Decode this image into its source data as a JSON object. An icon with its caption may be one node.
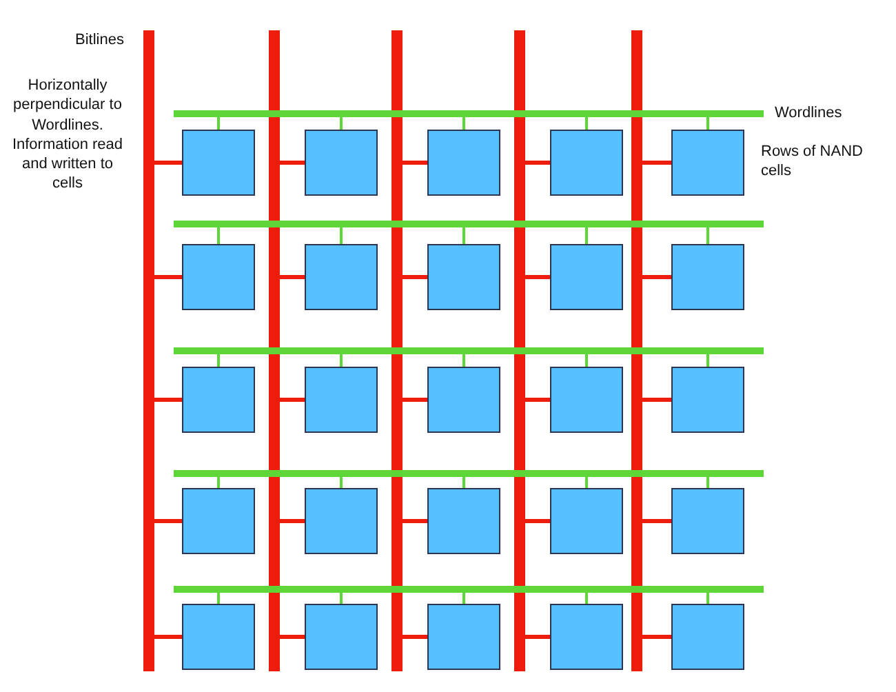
{
  "diagram": {
    "nodes": [
      {
        "text": [],
        "shape": "bar"
      },
      {
        "text": [],
        "shape": "bar"
      },
      {
        "text": [],
        "shape": "bar"
      },
      {
        "text": [],
        "shape": "bar"
      },
      {
        "text": [],
        "shape": "bar"
      },
      {
        "text": [],
        "shape": "bar"
      },
      {
        "text": [],
        "shape": "bar"
      },
      {
        "text": [],
        "shape": "bar"
      },
      {
        "text": [],
        "shape": "bar"
      },
      {
        "text": [],
        "shape": "bar"
      },
      {
        "text": [],
        "shape": "box"
      },
      {
        "text": [],
        "shape": "box"
      },
      {
        "text": [],
        "shape": "box"
      },
      {
        "text": [],
        "shape": "box"
      },
      {
        "text": [],
        "shape": "box"
      },
      {
        "text": [],
        "shape": "box"
      },
      {
        "text": [],
        "shape": "box"
      },
      {
        "text": [],
        "shape": "box"
      },
      {
        "text": [],
        "shape": "box"
      },
      {
        "text": [],
        "shape": "box"
      },
      {
        "text": [],
        "shape": "box"
      },
      {
        "text": [],
        "shape": "box"
      },
      {
        "text": [],
        "shape": "box"
      },
      {
        "text": [],
        "shape": "box"
      },
      {
        "text": [],
        "shape": "box"
      },
      {
        "text": [],
        "shape": "box"
      },
      {
        "text": [],
        "shape": "box"
      },
      {
        "text": [],
        "shape": "box"
      },
      {
        "text": [],
        "shape": "box"
      },
      {
        "text": [],
        "shape": "box"
      },
      {
        "text": [],
        "shape": "box"
      },
      {
        "text": [],
        "shape": "box"
      },
      {
        "text": [],
        "shape": "box"
      },
      {
        "text": [],
        "shape": "box"
      },
      {
        "text": [],
        "shape": "box"
      }
    ],
    "edges": [
      {
        "from": 10,
        "to": 0,
        "arrow": "none",
        "color": "#ee1c0a"
      },
      {
        "from": 11,
        "to": 1,
        "arrow": "none",
        "color": "#ee1c0a"
      },
      {
        "from": 12,
        "to": 2,
        "arrow": "none",
        "color": "#ee1c0a"
      },
      {
        "from": 13,
        "to": 3,
        "arrow": "none",
        "color": "#ee1c0a"
      },
      {
        "from": 14,
        "to": 4,
        "arrow": "none",
        "color": "#ee1c0a"
      },
      {
        "from": 15,
        "to": 0,
        "arrow": "none",
        "color": "#ee1c0a"
      },
      {
        "from": 16,
        "to": 1,
        "arrow": "none",
        "color": "#ee1c0a"
      },
      {
        "from": 17,
        "to": 2,
        "arrow": "none",
        "color": "#ee1c0a"
      },
      {
        "from": 18,
        "to": 3,
        "arrow": "none",
        "color": "#ee1c0a"
      },
      {
        "from": 19,
        "to": 4,
        "arrow": "none",
        "color": "#ee1c0a"
      },
      {
        "from": 20,
        "to": 0,
        "arrow": "none",
        "color": "#ee1c0a"
      },
      {
        "from": 21,
        "to": 1,
        "arrow": "none",
        "color": "#ee1c0a"
      },
      {
        "from": 22,
        "to": 2,
        "arrow": "none",
        "color": "#ee1c0a"
      },
      {
        "from": 23,
        "to": 3,
        "arrow": "none",
        "color": "#ee1c0a"
      },
      {
        "from": 24,
        "to": 4,
        "arrow": "none",
        "color": "#ee1c0a"
      },
      {
        "from": 25,
        "to": 0,
        "arrow": "none",
        "color": "#ee1c0a"
      },
      {
        "from": 26,
        "to": 1,
        "arrow": "none",
        "color": "#ee1c0a"
      },
      {
        "from": 27,
        "to": 2,
        "arrow": "none",
        "color": "#ee1c0a"
      },
      {
        "from": 28,
        "to": 3,
        "arrow": "none",
        "color": "#ee1c0a"
      },
      {
        "from": 29,
        "to": 4,
        "arrow": "none",
        "color": "#ee1c0a"
      },
      {
        "from": 30,
        "to": 0,
        "arrow": "none",
        "color": "#ee1c0a"
      },
      {
        "from": 31,
        "to": 1,
        "arrow": "none",
        "color": "#ee1c0a"
      },
      {
        "from": 32,
        "to": 2,
        "arrow": "none",
        "color": "#ee1c0a"
      },
      {
        "from": 33,
        "to": 3,
        "arrow": "none",
        "color": "#ee1c0a"
      },
      {
        "from": 34,
        "to": 4,
        "arrow": "none",
        "color": "#ee1c0a"
      },
      {
        "from": 10,
        "to": 5,
        "arrow": "none",
        "color": "#5fd638"
      },
      {
        "from": 11,
        "to": 5,
        "arrow": "none",
        "color": "#5fd638"
      },
      {
        "from": 12,
        "to": 5,
        "arrow": "none",
        "color": "#5fd638"
      },
      {
        "from": 13,
        "to": 5,
        "arrow": "none",
        "color": "#5fd638"
      },
      {
        "from": 14,
        "to": 5,
        "arrow": "none",
        "color": "#5fd638"
      },
      {
        "from": 15,
        "to": 6,
        "arrow": "none",
        "color": "#5fd638"
      },
      {
        "from": 16,
        "to": 6,
        "arrow": "none",
        "color": "#5fd638"
      },
      {
        "from": 17,
        "to": 6,
        "arrow": "none",
        "color": "#5fd638"
      },
      {
        "from": 18,
        "to": 6,
        "arrow": "none",
        "color": "#5fd638"
      },
      {
        "from": 19,
        "to": 6,
        "arrow": "none",
        "color": "#5fd638"
      },
      {
        "from": 20,
        "to": 7,
        "arrow": "none",
        "color": "#5fd638"
      },
      {
        "from": 21,
        "to": 7,
        "arrow": "none",
        "color": "#5fd638"
      },
      {
        "from": 22,
        "to": 7,
        "arrow": "none",
        "color": "#5fd638"
      },
      {
        "from": 23,
        "to": 7,
        "arrow": "none",
        "color": "#5fd638"
      },
      {
        "from": 24,
        "to": 7,
        "arrow": "none",
        "color": "#5fd638"
      },
      {
        "from": 25,
        "to": 8,
        "arrow": "none",
        "color": "#5fd638"
      },
      {
        "from": 26,
        "to": 8,
        "arrow": "none",
        "color": "#5fd638"
      },
      {
        "from": 27,
        "to": 8,
        "arrow": "none",
        "color": "#5fd638"
      },
      {
        "from": 28,
        "to": 8,
        "arrow": "none",
        "color": "#5fd638"
      },
      {
        "from": 29,
        "to": 8,
        "arrow": "none",
        "color": "#5fd638"
      },
      {
        "from": 30,
        "to": 9,
        "arrow": "none",
        "color": "#5fd638"
      },
      {
        "from": 31,
        "to": 9,
        "arrow": "none",
        "color": "#5fd638"
      },
      {
        "from": 32,
        "to": 9,
        "arrow": "none",
        "color": "#5fd638"
      },
      {
        "from": 33,
        "to": 9,
        "arrow": "none",
        "color": "#5fd638"
      },
      {
        "from": 34,
        "to": 9,
        "arrow": "none",
        "color": "#5fd638"
      }
    ],
    "labels": [
      "Bitlines",
      "Horizontally perpendicular to Wordlines. Information read and written to cells",
      "Wordlines",
      "Rows of NAND cells"
    ]
  }
}
